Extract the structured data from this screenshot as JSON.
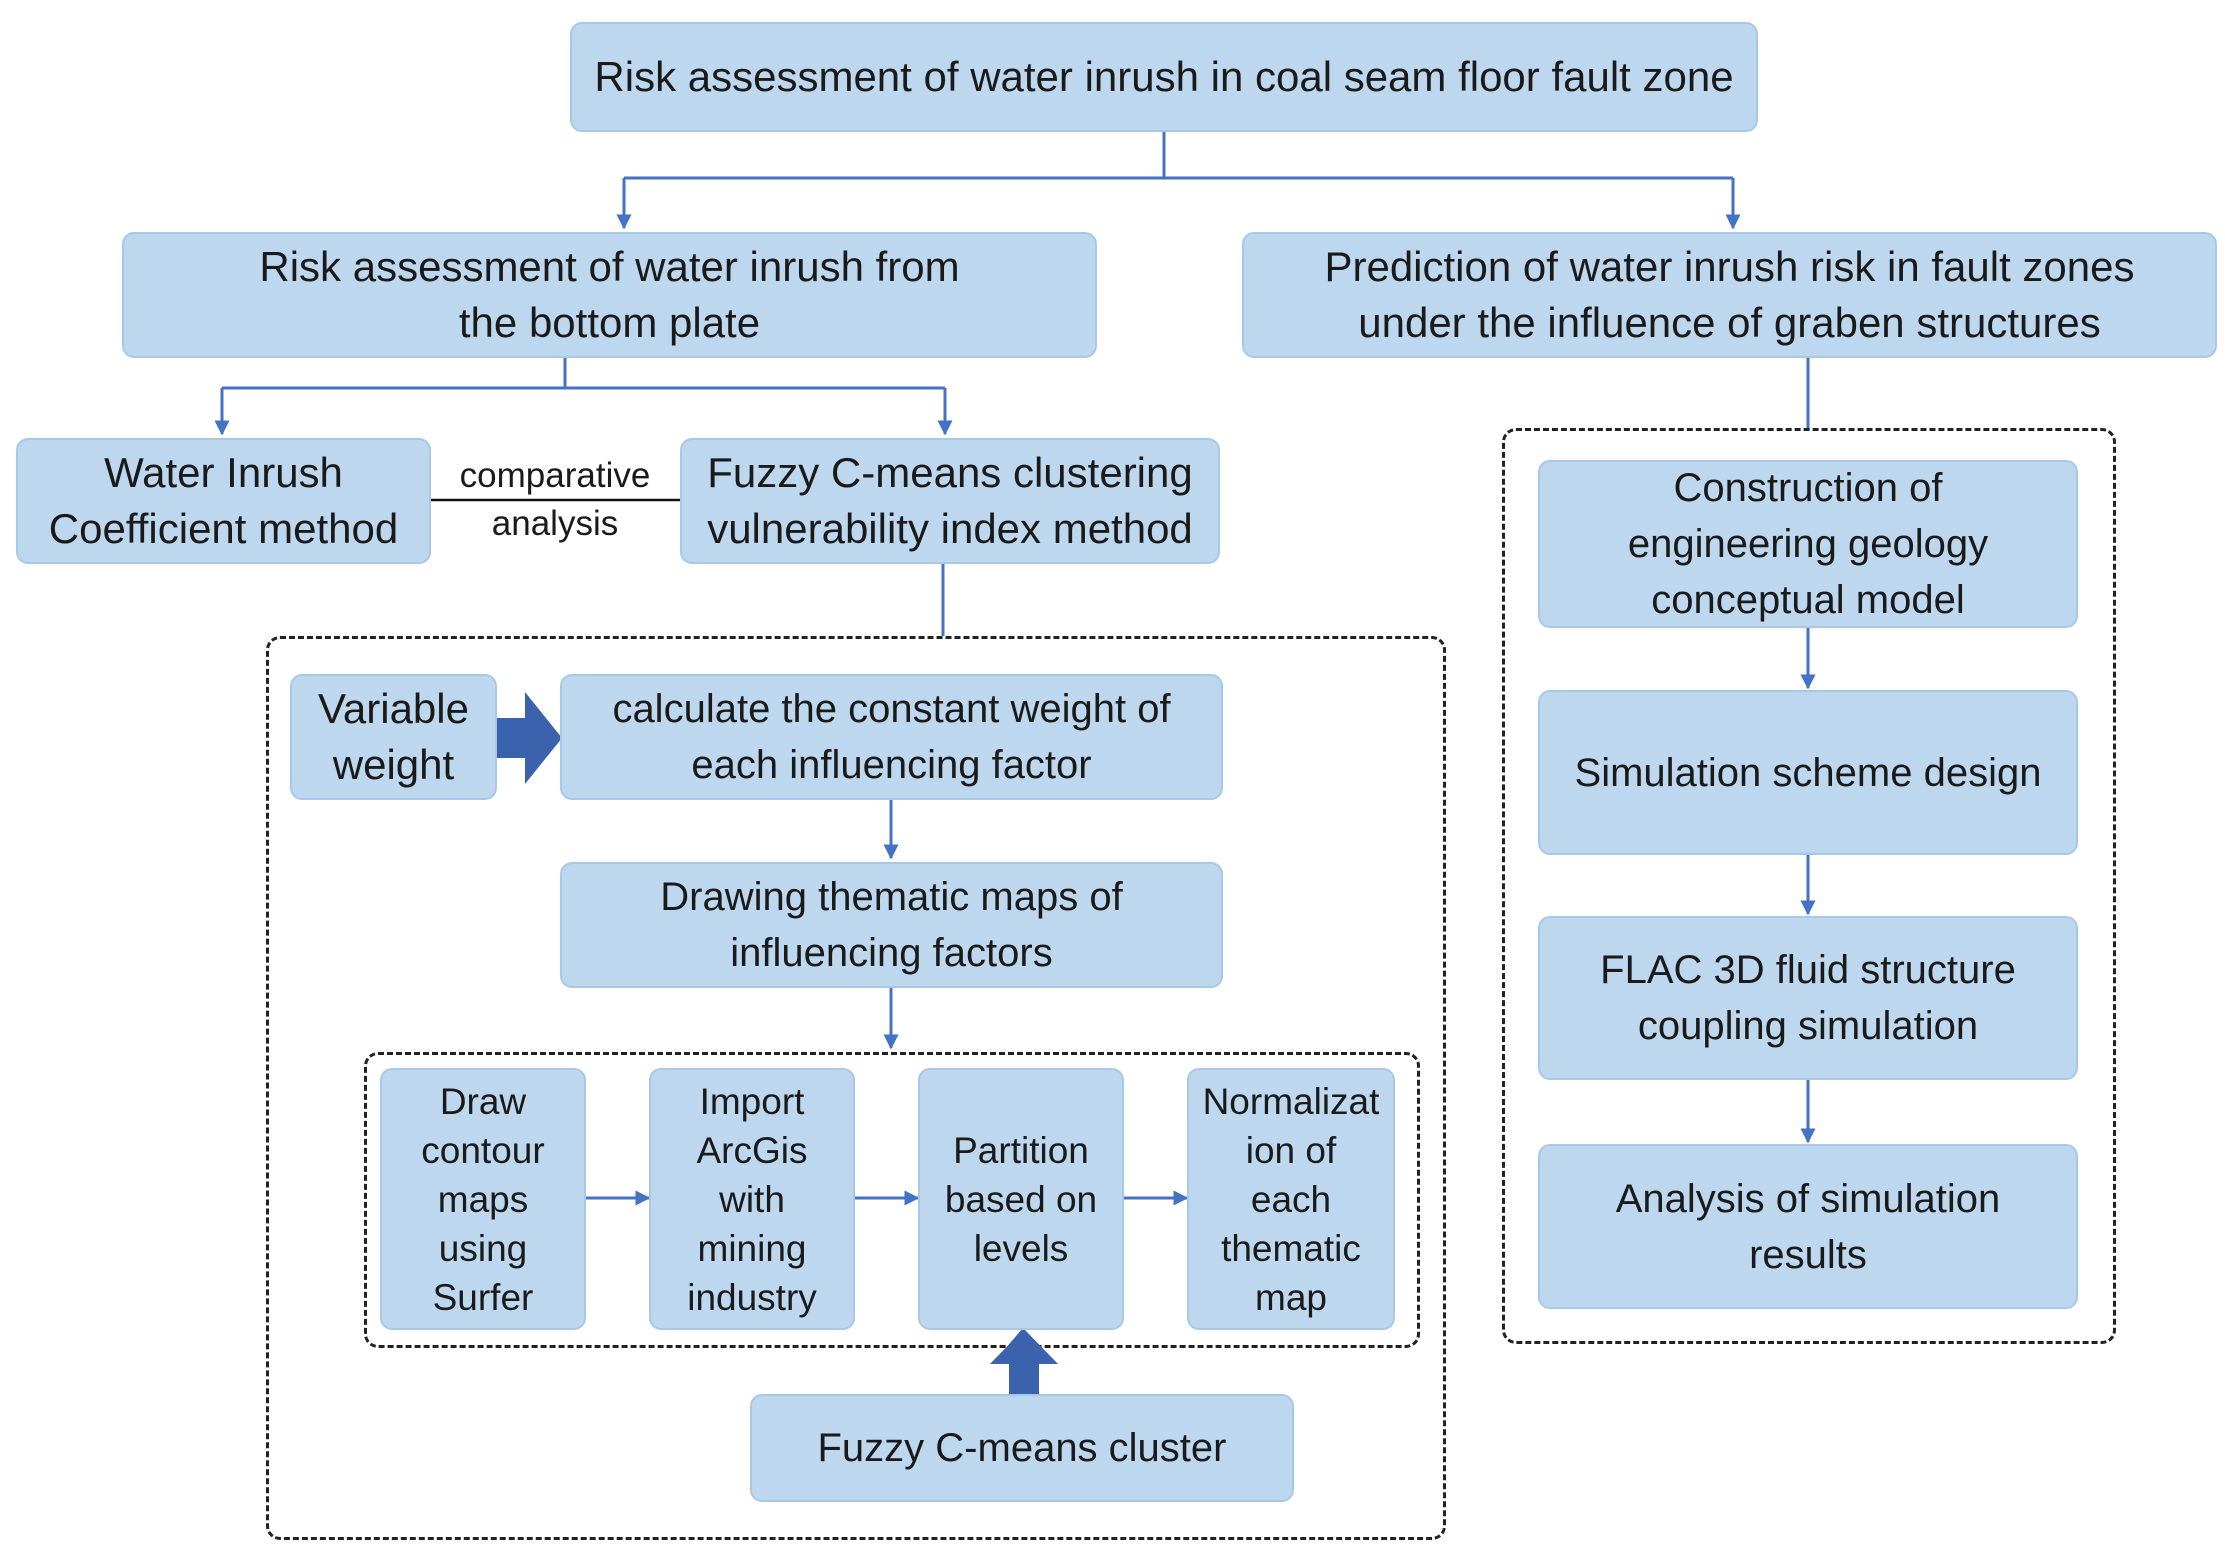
{
  "colors": {
    "box_fill": "#bdd7ee",
    "box_border": "#a9c8e6",
    "connector": "#4472c4",
    "fat_arrow": "#3b62ad",
    "dash": "#222222"
  },
  "nodes": {
    "root": "Risk assessment of water inrush in coal seam floor fault zone",
    "bottom_plate": "Risk assessment of water inrush from\nthe bottom plate",
    "graben": "Prediction of water inrush risk in fault zones\nunder the influence of graben structures",
    "wic_method": "Water Inrush\nCoefficient method",
    "fcm_vuln": "Fuzzy C-means clustering\nvulnerability index method",
    "comparative": "comparative\nanalysis",
    "variable_weight": "Variable\nweight",
    "constant_weight": "calculate the constant weight of\neach influencing factor",
    "thematic_maps": "Drawing thematic maps of\ninfluencing factors",
    "surfer": "Draw\ncontour\nmaps\nusing\nSurfer",
    "arcgis": "Import\nArcGis\nwith\nmining\nindustry",
    "partition": "Partition\nbased on\nlevels",
    "normalization": "Normalizat\nion of\neach\nthematic\nmap",
    "fcm_cluster": "Fuzzy C-means cluster",
    "construction": "Construction of\nengineering geology\nconceptual model",
    "scheme": "Simulation scheme design",
    "flac": "FLAC 3D fluid structure\ncoupling simulation",
    "analysis": "Analysis of simulation\nresults"
  }
}
